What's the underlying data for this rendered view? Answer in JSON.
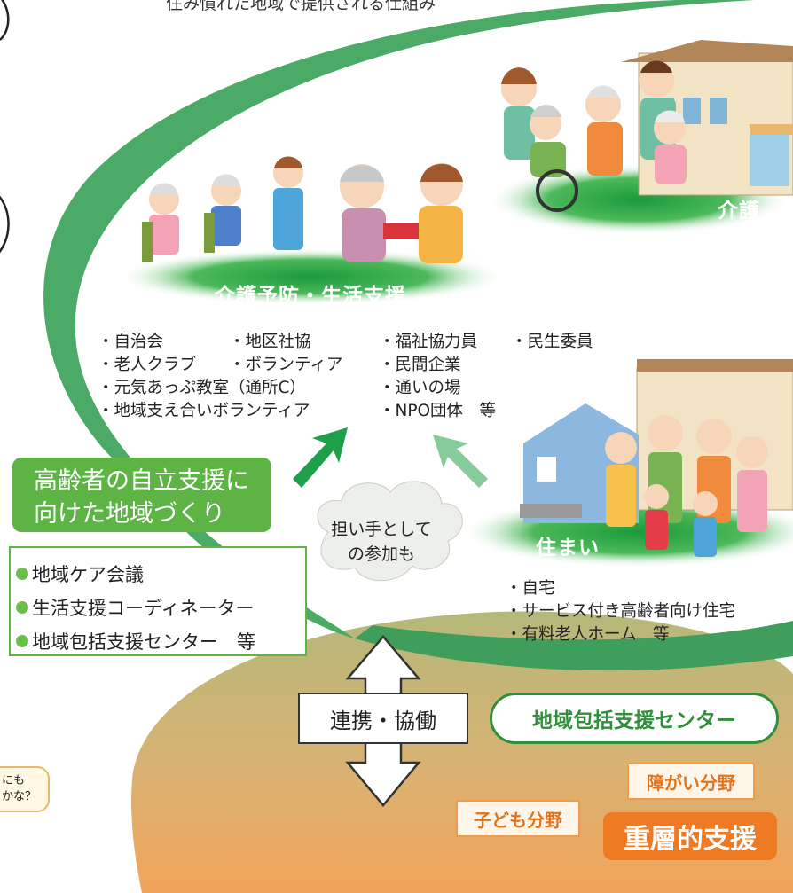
{
  "header": {
    "caption": "住み慣れた地域で提供される仕組み"
  },
  "sections": {
    "care": {
      "label": "介護"
    },
    "prevention": {
      "label": "介護予防・生活支援",
      "items_col1": [
        "・自治会",
        "・老人クラブ",
        "・元気あっぷ教室（通所C）",
        "・地域支え合いボランティア"
      ],
      "items_col2": [
        "・地区社協",
        "・ボランティア"
      ],
      "items_col3": [
        "・福祉協力員",
        "・民間企業",
        "・通いの場",
        "・NPO団体　等"
      ],
      "items_col4": [
        "・民生委員"
      ]
    },
    "housing": {
      "label": "住まい",
      "items": [
        "・自宅",
        "・サービス付き高齢者向け住宅",
        "・有料老人ホーム　等"
      ]
    }
  },
  "community": {
    "title_line1": "高齢者の自立支援に",
    "title_line2": "向けた地域づくり",
    "items": [
      "地域ケア会議",
      "生活支援コーディネーター",
      "地域包括支援センター　等"
    ]
  },
  "cloud": {
    "line1": "担い手として",
    "line2": "の参加も"
  },
  "cooperation": {
    "label": "連携・協働"
  },
  "center": {
    "label": "地域包括支援センター"
  },
  "fields": {
    "disability": "障がい分野",
    "children": "子ども分野",
    "layered": "重層的支援"
  },
  "side_bubble": {
    "line1": "にも",
    "line2": "かな？"
  },
  "colors": {
    "green": "#5db344",
    "dark_green": "#2f8f3a",
    "light_green": "#8fd16f",
    "orange": "#ee7a24",
    "olive": "#b9b677"
  }
}
